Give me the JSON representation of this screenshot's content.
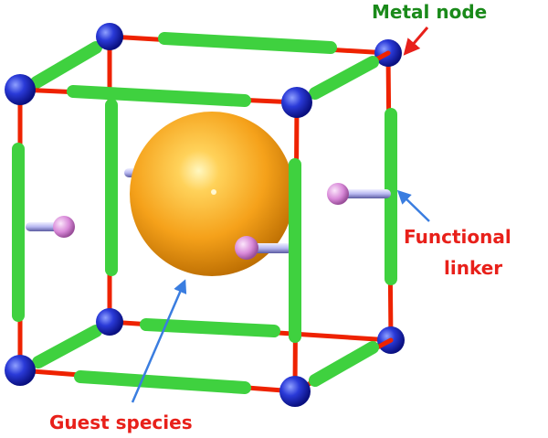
{
  "labels": {
    "metal_node": "Metal node",
    "functional_linker_line1": "Functional",
    "functional_linker_line2": "linker",
    "guest_species": "Guest species"
  },
  "colors": {
    "metal_node_label": "#1a8a1a",
    "functional_label": "#e8201a",
    "guest_label": "#e8201a",
    "node": "#2233cc",
    "linker_green": "#3fd13f",
    "edge_red": "#ee2200",
    "guest_sphere": "#f5a623",
    "functional_group": "#d98ad9",
    "arrow_red": "#e8201a",
    "arrow_blue": "#3a7de0"
  }
}
